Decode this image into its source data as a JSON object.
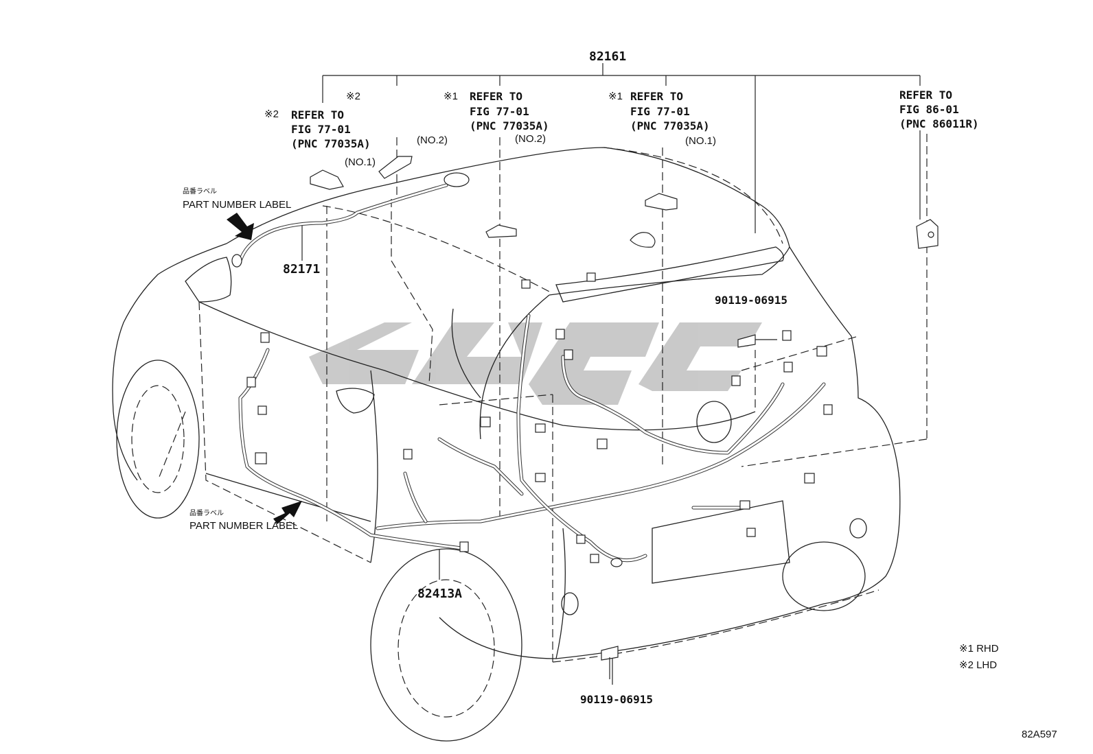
{
  "callouts": {
    "harness_main": "82161",
    "harness_roof": "82171",
    "harness_floor": "82413A",
    "bolt_upper": "90119-06915",
    "bolt_lower": "90119-06915"
  },
  "references": {
    "ref_lhd_no1": {
      "mark": "※2",
      "line1": "REFER TO",
      "line2": "FIG 77-01",
      "line3": "(PNC 77035A)"
    },
    "ref_rhd_no2": {
      "mark": "※1",
      "line1": "REFER TO",
      "line2": "FIG 77-01",
      "line3": "(PNC 77035A)"
    },
    "ref_rhd_no1": {
      "mark": "※1",
      "line1": "REFER TO",
      "line2": "FIG 77-01",
      "line3": "(PNC 77035A)"
    },
    "ref_antenna": {
      "line1": "REFER TO",
      "line2": "FIG 86-01",
      "line3": "(PNC 86011R)"
    }
  },
  "position_tags": {
    "lhd_mark": "※2",
    "lhd_no2": "(NO.2)",
    "lhd_no1": "(NO.1)",
    "rhd_no2": "(NO.2)",
    "rhd_no1": "(NO.1)"
  },
  "part_number_labels": {
    "upper_jp": "品番ラベル",
    "upper_en": "PART NUMBER LABEL",
    "lower_jp": "品番ラベル",
    "lower_en": "PART NUMBER LABEL"
  },
  "legend": [
    {
      "mark": "※1",
      "text": "RHD"
    },
    {
      "mark": "※2",
      "text": "LHD"
    }
  ],
  "figure_code": "82A597",
  "watermark_color": "#c4c4c4"
}
